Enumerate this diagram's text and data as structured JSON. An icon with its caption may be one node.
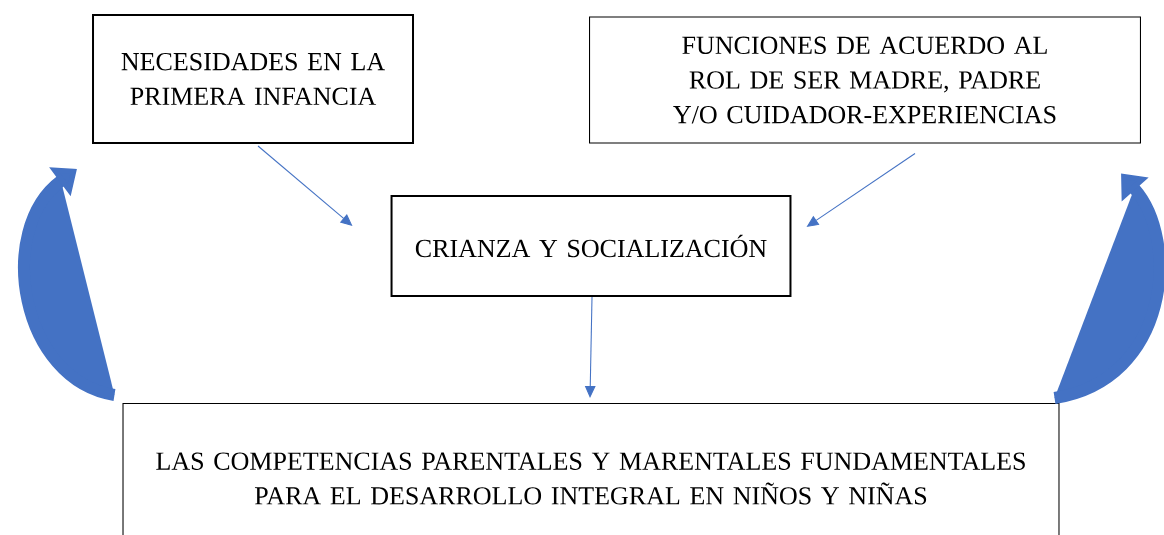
{
  "diagram": {
    "nodes": [
      {
        "text": [
          "NECESIDADES EN LA PRIMERA INFANCIA"
        ]
      },
      {
        "text": [
          "FUNCIONES DE ACUERDO AL ROL DE SER MADRE, PADRE Y/O CUIDADOR-EXPERIENCIAS"
        ]
      },
      {
        "text": [
          "CRIANZA Y SOCIALIZACIÓN"
        ]
      },
      {
        "text": [
          "LAS COMPETENCIAS PARENTALES Y MARENTALES FUNDAMENTALES PARA EL DESARROLLO INTEGRAL EN NIÑOS Y NIÑAS"
        ]
      }
    ],
    "edges": [
      {
        "from": 0,
        "to": 2,
        "arrow": "to"
      },
      {
        "from": 1,
        "to": 2,
        "arrow": "to"
      },
      {
        "from": 2,
        "to": 3,
        "arrow": "to"
      },
      {
        "from": 3,
        "to": 0,
        "arrow": "to",
        "style": "thick"
      },
      {
        "from": 3,
        "to": 1,
        "arrow": "to",
        "style": "thick"
      }
    ]
  }
}
